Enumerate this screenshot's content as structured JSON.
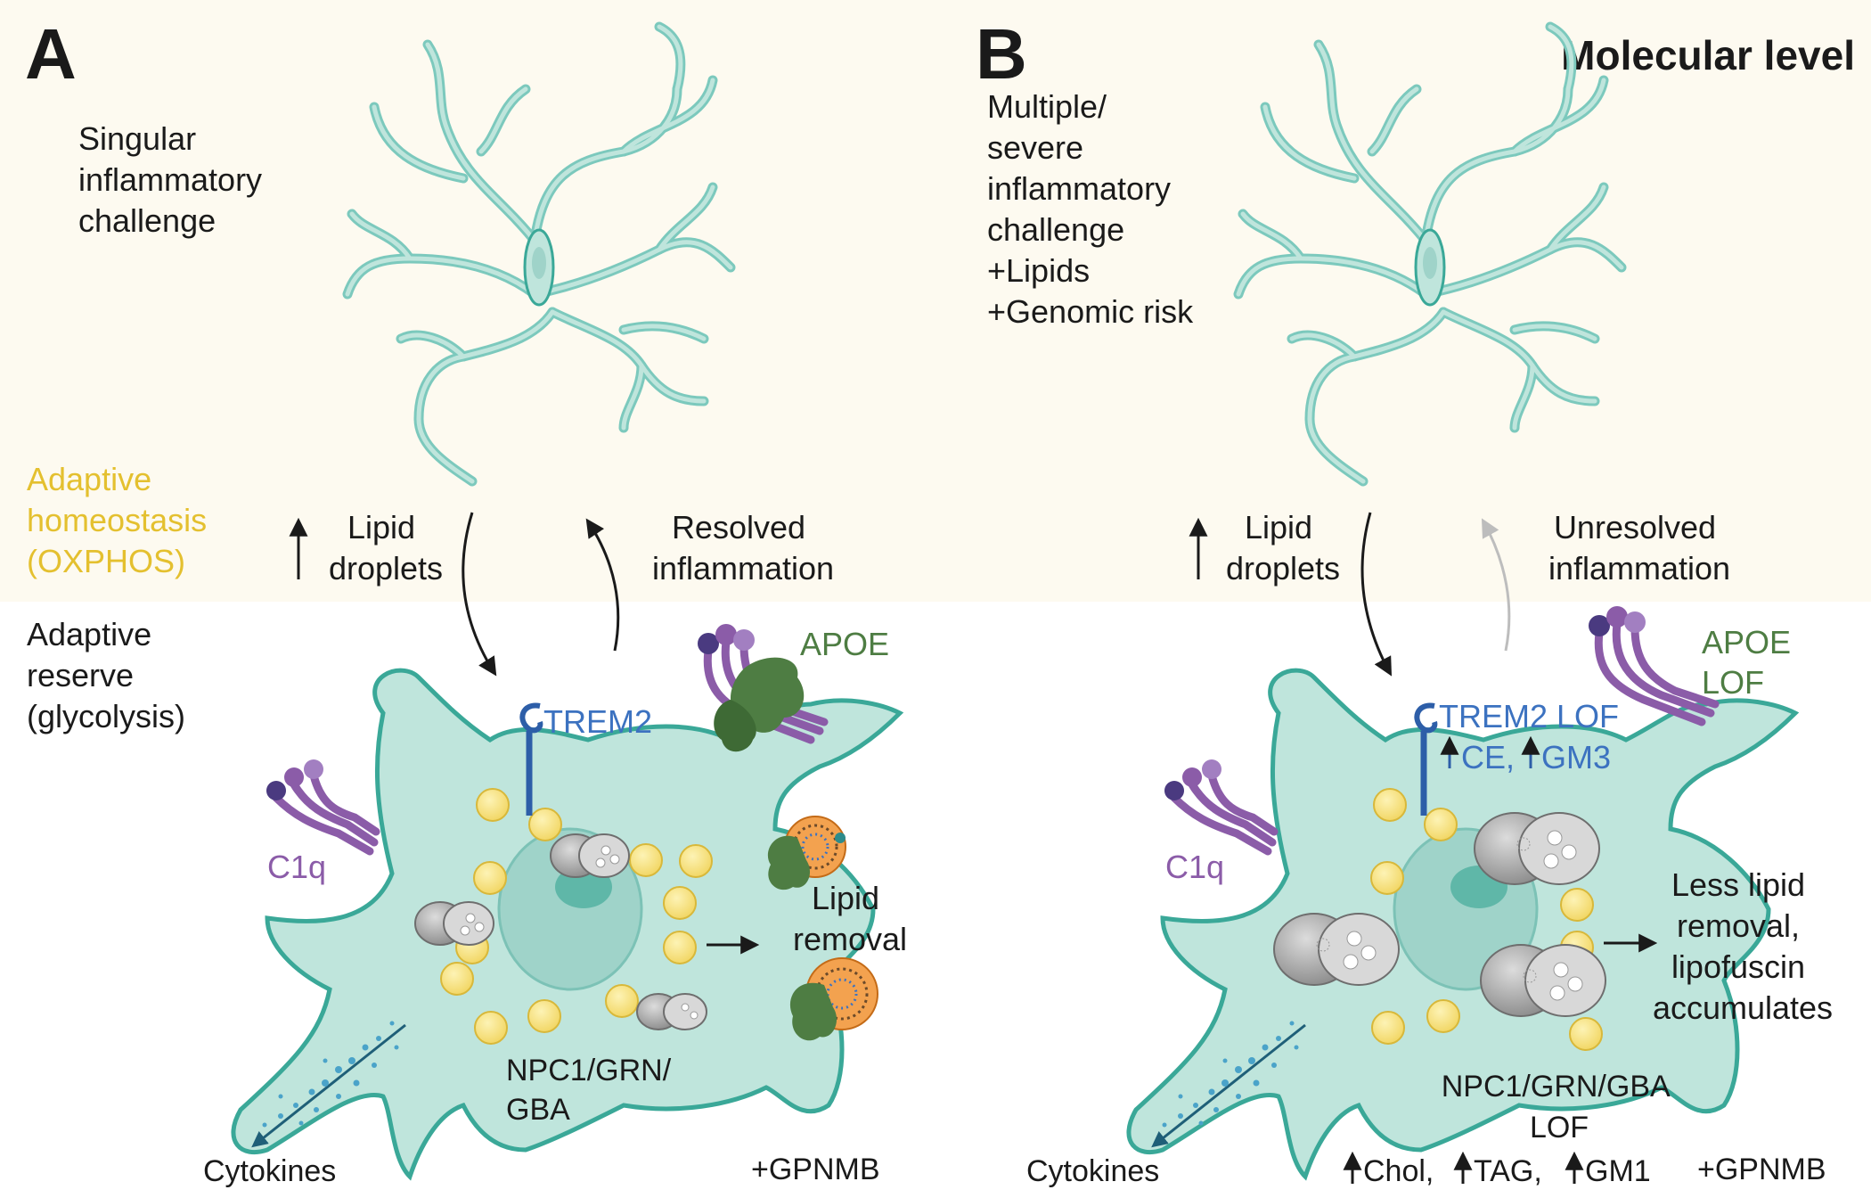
{
  "colors": {
    "beige": "#fdfaf0",
    "cell_fill": "#bfe5dc",
    "cell_stroke": "#3aa898",
    "nucleus": "#9fd3c9",
    "nucleolus": "#5fb7a8",
    "droplet": "#f7e27e",
    "droplet_stroke": "#d8b83a",
    "yellow_text": "#e4c02f",
    "purple": "#8b5ca8",
    "green": "#4e7d43",
    "blue": "#3c72c0",
    "dark": "#1a1a1a"
  },
  "panel_a": {
    "letter": "A",
    "challenge": [
      "Singular",
      "inflammatory",
      "challenge"
    ],
    "adaptive_homeostasis": [
      "Adaptive",
      "homeostasis",
      "(OXPHOS)"
    ],
    "adaptive_reserve": [
      "Adaptive",
      "reserve",
      "(glycolysis)"
    ],
    "lipid_droplets": [
      "Lipid",
      "droplets"
    ],
    "inflammation": [
      "Resolved",
      "inflammation"
    ],
    "apoe": [
      "APOE"
    ],
    "trem2": "TREM2",
    "c1q": "C1q",
    "lipid_removal": [
      "Lipid",
      "removal"
    ],
    "npc": [
      "NPC1/GRN/",
      "GBA"
    ],
    "cytokines": "Cytokines",
    "gpnmb": "+GPNMB"
  },
  "panel_b": {
    "letter": "B",
    "level_title": "Molecular level",
    "challenge": [
      "Multiple/",
      "severe",
      "inflammatory",
      "challenge",
      "+Lipids",
      "+Genomic risk"
    ],
    "lipid_droplets": [
      "Lipid",
      "droplets"
    ],
    "inflammation": [
      "Unresolved",
      "inflammation"
    ],
    "apoe": [
      "APOE",
      "LOF"
    ],
    "trem2": "TREM2 LOF",
    "trem2_sub_1": "CE,",
    "trem2_sub_2": "GM3",
    "c1q": "C1q",
    "removal": [
      "Less lipid",
      "removal,",
      "lipofuscin",
      "accumulates"
    ],
    "npc": [
      "NPC1/GRN/GBA",
      "LOF"
    ],
    "bottom_1": "Chol,",
    "bottom_2": "TAG,",
    "bottom_3": "GM1",
    "cytokines": "Cytokines",
    "gpnmb": "+GPNMB"
  }
}
